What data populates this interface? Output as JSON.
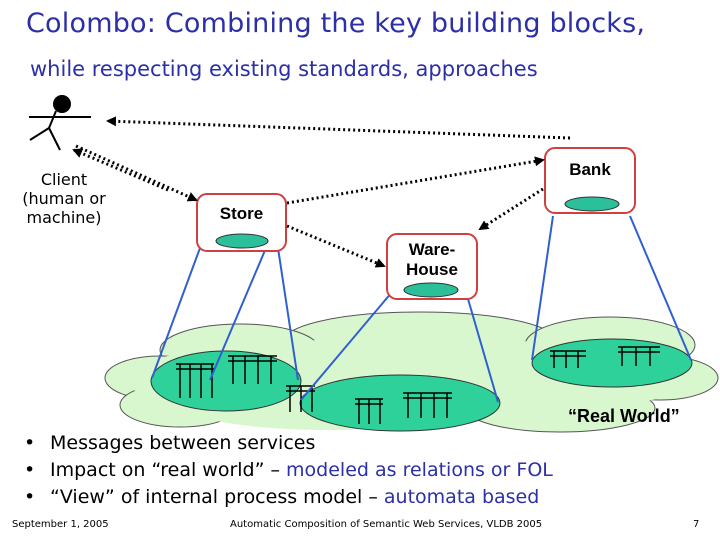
{
  "slide": {
    "title": "Colombo: Combining the key building blocks,",
    "subtitle": "while respecting existing standards, approaches"
  },
  "diagram": {
    "client_label": [
      "Client",
      "(human or",
      "machine)"
    ],
    "services": {
      "store": "Store",
      "warehouse": [
        "Ware-",
        "House"
      ],
      "bank": "Bank"
    },
    "real_world_label": "“Real World”",
    "colors": {
      "title": "#2b2fa8",
      "service_box_border": "#d04040",
      "service_disk": "#2bbf9a",
      "world_cloud": "#d9f7cf",
      "world_region": "#2ed19a",
      "cone_lines": "#3060d0",
      "message_arrows": "#000000"
    }
  },
  "bullets": [
    {
      "plain": "Messages between services",
      "highlight": ""
    },
    {
      "plain": "Impact on “real world” – ",
      "highlight": "modeled as relations or FOL"
    },
    {
      "plain": "“View” of internal process model – ",
      "highlight": "automata based"
    }
  ],
  "footer": {
    "date": "September 1, 2005",
    "center": "Automatic Composition of Semantic Web Services, VLDB 2005",
    "page": "7"
  }
}
